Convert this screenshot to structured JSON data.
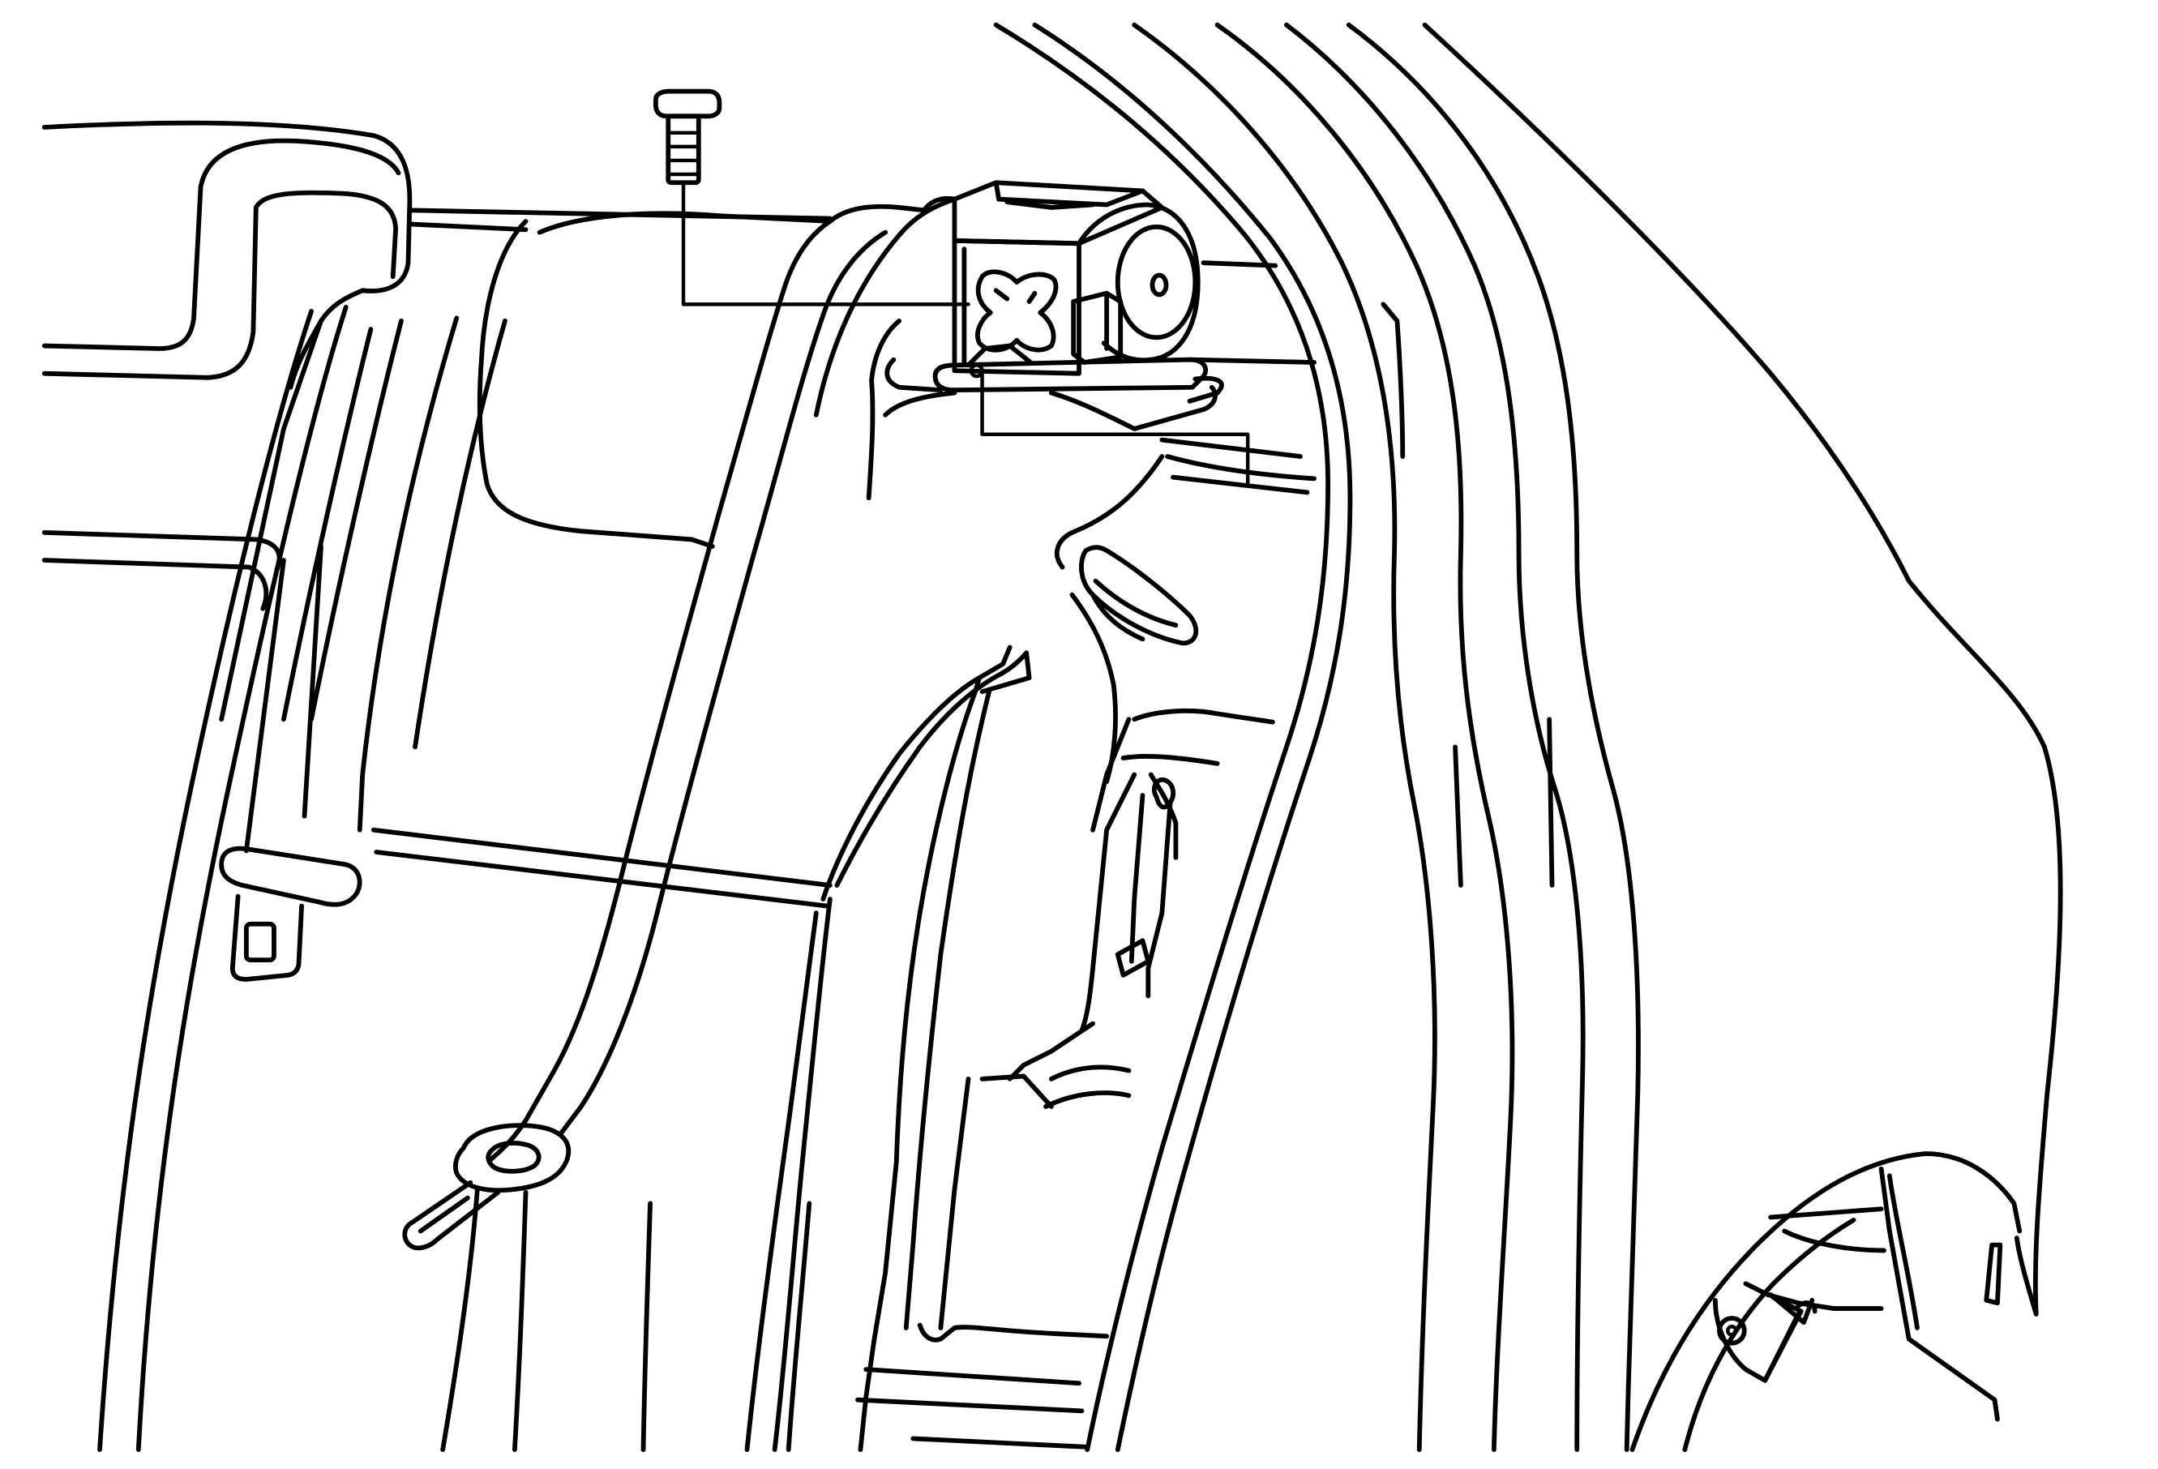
{
  "figure": {
    "kind": "technical-line-drawing",
    "line_color": "#000000",
    "background": "#ffffff",
    "parts": [
      {
        "name": "bolt",
        "icon": "bolt-icon"
      },
      {
        "name": "seat-belt-retractor",
        "icon": "retractor-icon"
      },
      {
        "name": "seat-belt-webbing"
      },
      {
        "name": "seat-belt-buckle"
      },
      {
        "name": "seat-belt-latch-plate"
      },
      {
        "name": "rear-seat-backrest"
      },
      {
        "name": "headrest"
      },
      {
        "name": "c-pillar-trim"
      },
      {
        "name": "quarter-panel"
      },
      {
        "name": "wheel-arch"
      }
    ]
  }
}
